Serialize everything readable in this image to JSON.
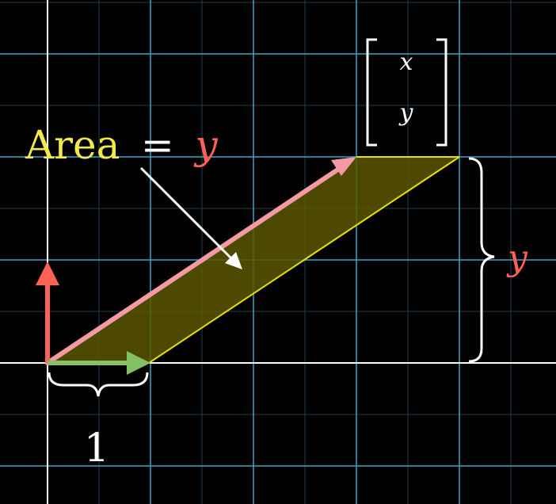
{
  "labels": {
    "area_word": "Area",
    "area_equals": "=",
    "area_value": "y",
    "matrix_top": "x",
    "matrix_bottom": "y",
    "height_label": "y",
    "width_label": "1"
  },
  "colors": {
    "background": "#000000",
    "grid_major": "#3aa6c9",
    "grid_minor": "#1e3f4d",
    "axis": "#ffffff",
    "parallelogram_fill": "#4d4a00",
    "parallelogram_edge": "#e8e000",
    "vector_pink": "#f39aa6",
    "basis_i_hat": "#83c167",
    "basis_j_hat": "#fc6255",
    "area_text": "#f4e94a",
    "y_text": "#fc6255",
    "white": "#ffffff"
  },
  "icons": {
    "arrow_tip": "triangle-arrowhead",
    "brace": "curly-brace"
  }
}
